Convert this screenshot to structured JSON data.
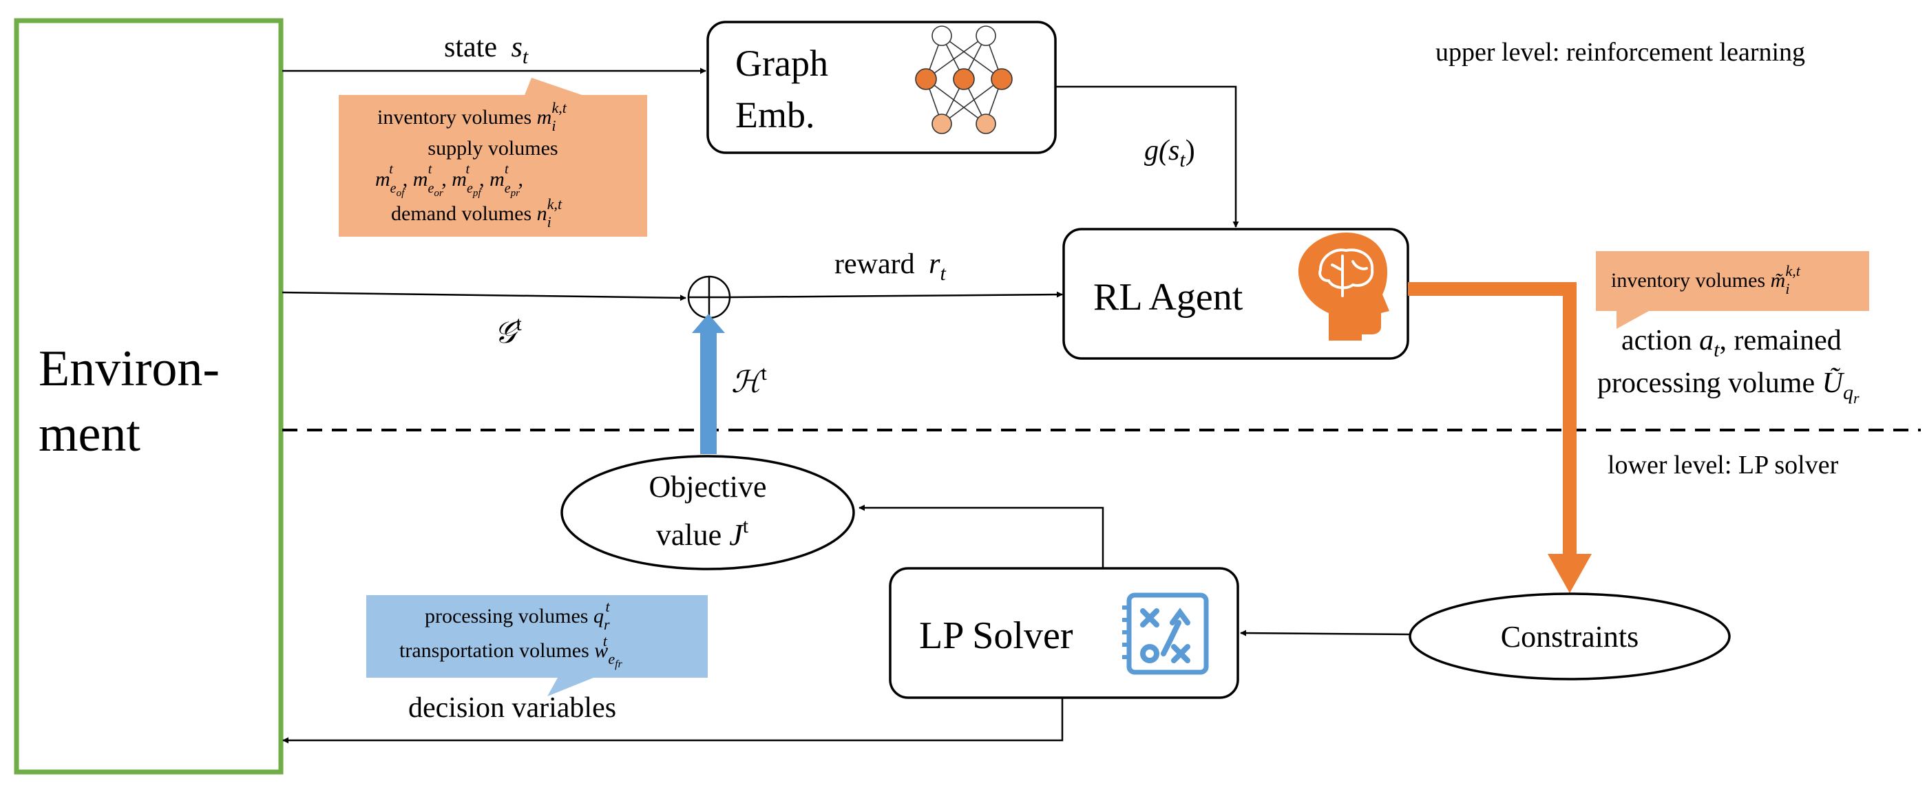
{
  "labels": {
    "upper_level": "upper level: reinforcement learning",
    "lower_level": "lower level: LP solver",
    "state": "state",
    "state_sym": "s",
    "state_sub": "t",
    "reward": "reward",
    "reward_sym": "r",
    "reward_sub": "t",
    "g_func": "g(",
    "g_sym": "s",
    "g_sub": "t",
    "g_close": ")",
    "G_sym": "𝒢",
    "G_sup": "t",
    "H_sym": "ℋ",
    "H_sup": "t",
    "action_prefix": "action ",
    "action_sym": "a",
    "action_sub": "t",
    "action_suffix": ", remained",
    "processing_volume": "processing volume ",
    "U_sym": "Ũ",
    "U_sub": "q",
    "U_subsub": "r",
    "decision_variables": "decision variables"
  },
  "nodes": {
    "environment": {
      "line1": "Environ-",
      "line2": "ment"
    },
    "graph_emb": {
      "line1": "Graph",
      "line2": "Emb."
    },
    "rl_agent": {
      "label": "RL Agent"
    },
    "objective": {
      "line1": "Objective",
      "line2_text": "value ",
      "line2_sym": "J",
      "line2_sup": "t"
    },
    "lp_solver": {
      "label": "LP Solver"
    },
    "constraints": {
      "label": "Constraints"
    }
  },
  "callouts": {
    "state_info": {
      "l1_text": "inventory volumes ",
      "l1_sym": "m",
      "l1_sub": "i",
      "l1_sup": "k,t",
      "l2": "supply volumes",
      "l3": "m",
      "l3_sups": "t",
      "l3_subs": [
        "e",
        "e",
        "e",
        "e"
      ],
      "l3_subsubs": [
        "of",
        "or",
        "pf",
        "pr"
      ],
      "l4_text": "demand volumes ",
      "l4_sym": "n",
      "l4_sub": "i",
      "l4_sup": "k,t"
    },
    "action_info": {
      "text": "inventory volumes ",
      "sym": "m̃",
      "sub": "i",
      "sup": "k,t"
    },
    "decision_info": {
      "l1_text": "processing volumes ",
      "l1_sym": "q",
      "l1_sub": "r",
      "l1_sup": "t",
      "l2_text": "transportation volumes ",
      "l2_sym": "w",
      "l2_sub": "e",
      "l2_subsub": "fr",
      "l2_sup": "t"
    }
  },
  "colors": {
    "environment_border": "#70ad47",
    "orange_arrow": "#ed7d31",
    "orange_callout": "#f4b183",
    "orange_node_dark": "#e97a35",
    "orange_node_light": "#f4b183",
    "blue_arrow": "#5b9bd5",
    "blue_callout": "#9dc3e6",
    "solver_icon": "#5b9bd5",
    "line": "#000000"
  },
  "icons": {
    "graph_emb": "neural-network-icon",
    "rl_agent": "brain-head-icon",
    "lp_solver": "strategy-board-icon"
  }
}
